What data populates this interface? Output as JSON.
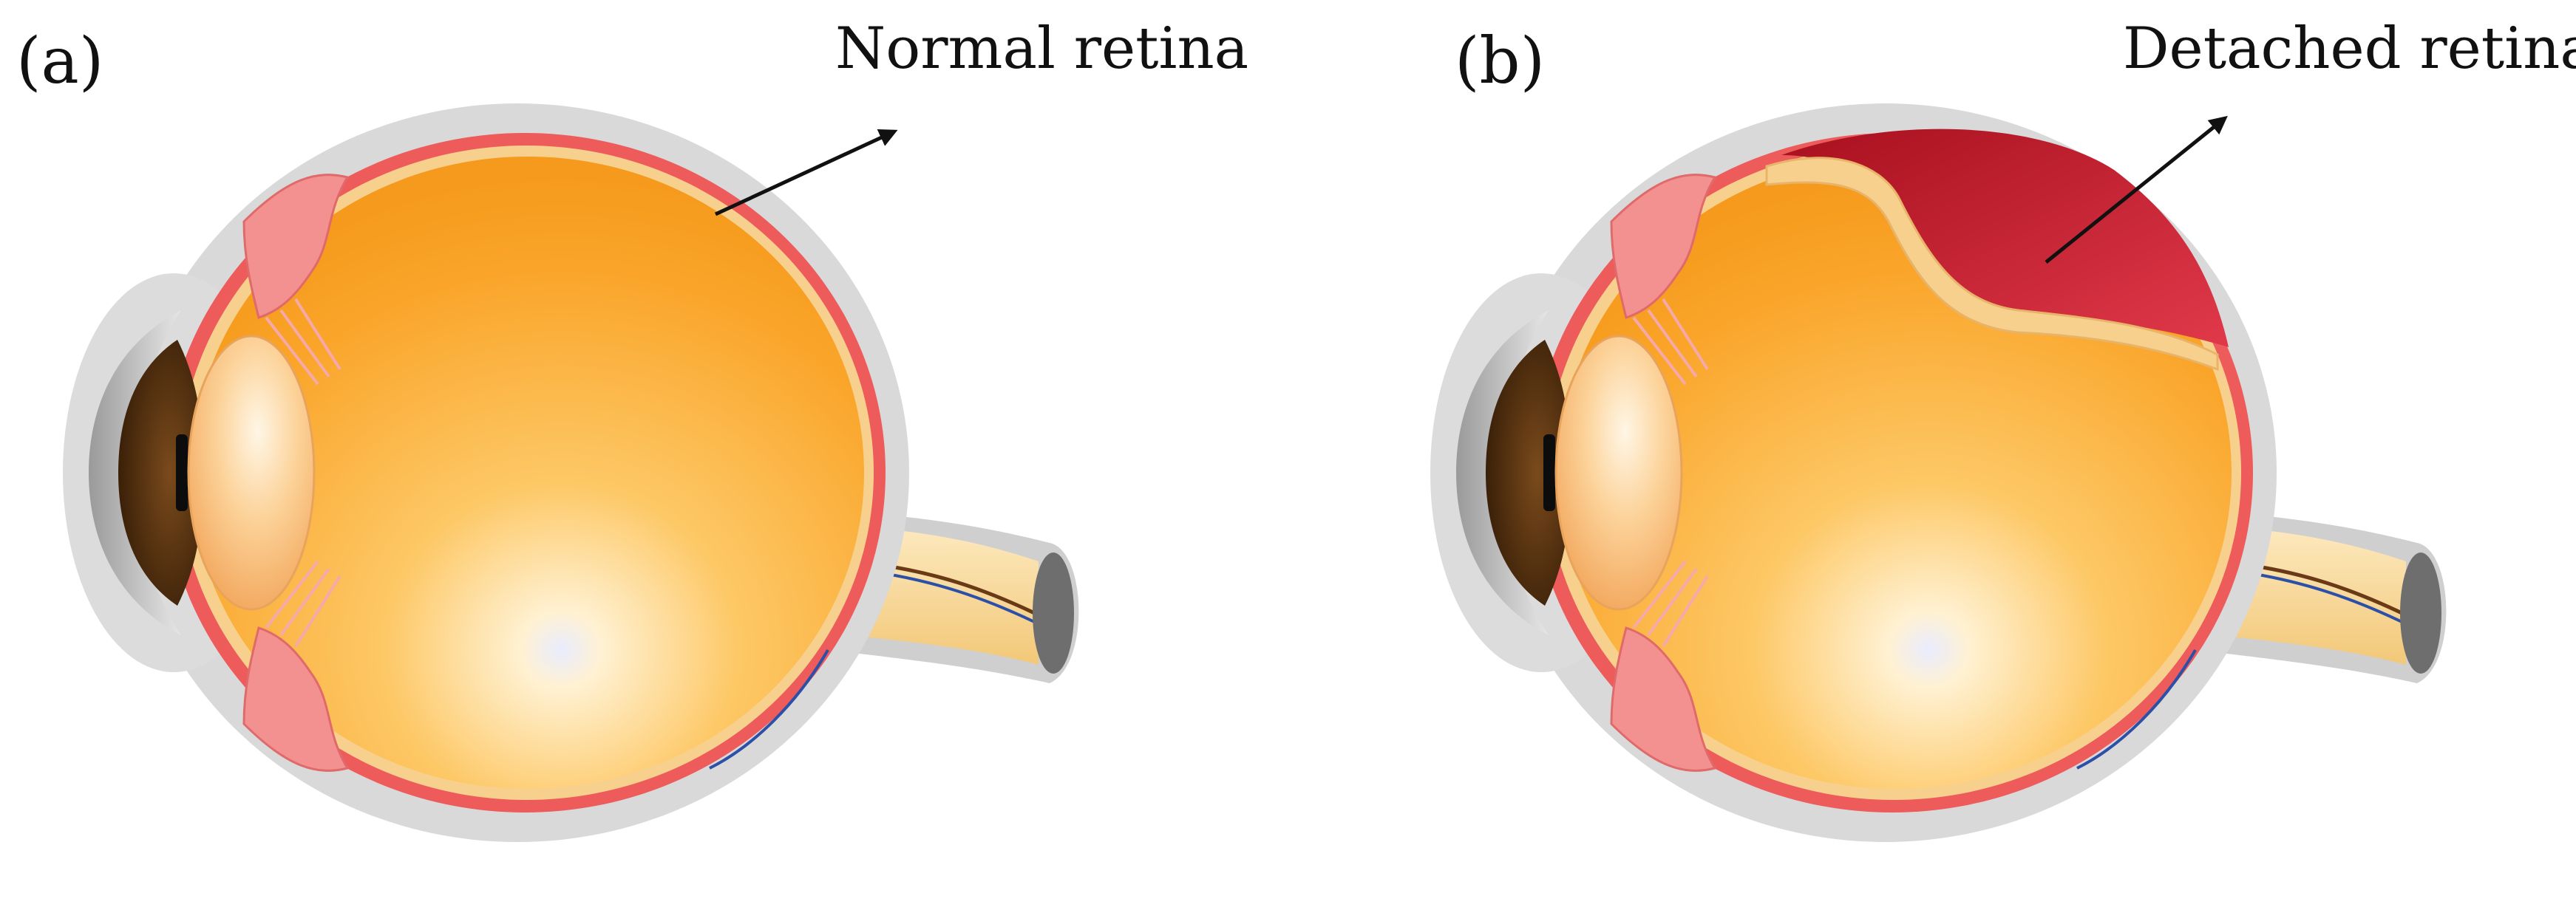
{
  "panels": [
    {
      "letter": "(a)",
      "label": "Normal retina",
      "state": "normal"
    },
    {
      "letter": "(b)",
      "label": "Detached retina",
      "state": "detached"
    }
  ],
  "colors": {
    "background": "#ffffff",
    "outer_coat": "#d6d6d6",
    "choroid": "#ea5a5a",
    "retina": "#f8cf8a",
    "vitreous": "#f9ab2b",
    "vitreous_highlight": "#fff3c8",
    "lens": "#f7b36a",
    "iris": "#5b3512",
    "ciliary": "#f08a8a",
    "optic_nerve": "#fbe2aa",
    "detachment_blood": "#c0192a",
    "arrow": "#111111"
  }
}
